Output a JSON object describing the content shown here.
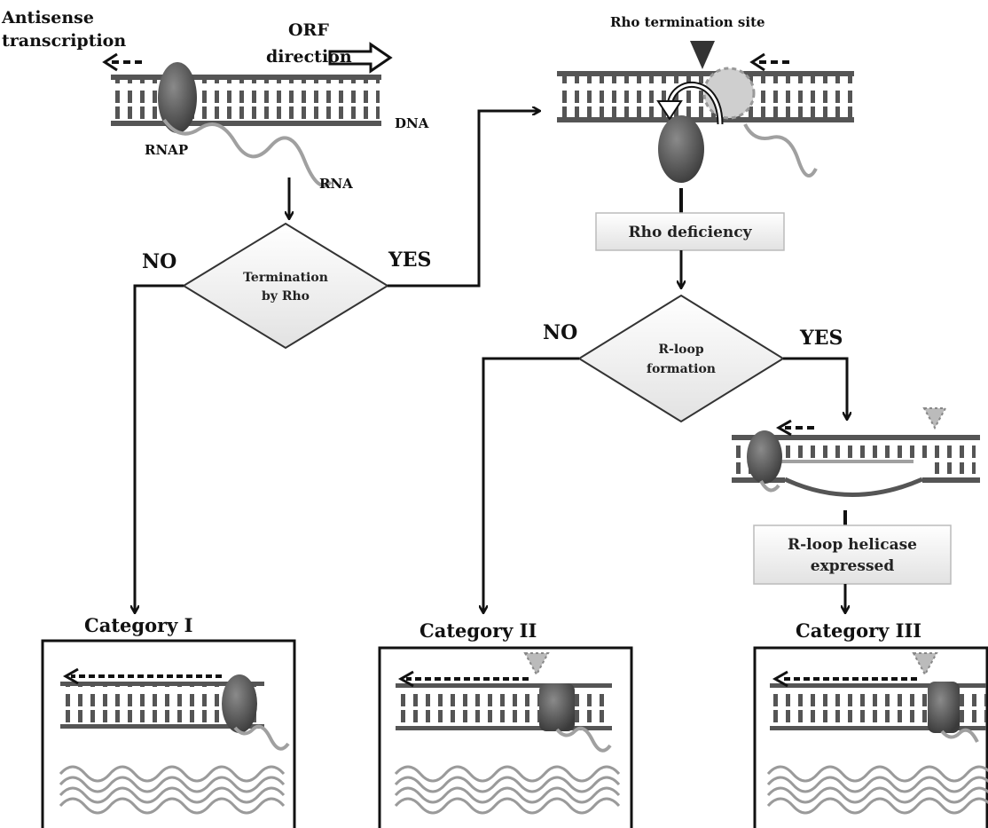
{
  "labels": {
    "antisense_line1": "Antisense",
    "antisense_line2": "transcription",
    "orf_line1": "ORF",
    "orf_line2": "direction",
    "dna": "DNA",
    "rnap": "RNAP",
    "rna": "RNA",
    "rho_site": "Rho termination  site"
  },
  "decisions": {
    "rho_line1": "Termination",
    "rho_line2": "by Rho",
    "rloop_line1": "R-loop",
    "rloop_line2": "formation"
  },
  "branches": {
    "no_1": "NO",
    "yes_1": "YES",
    "no_2": "NO",
    "yes_2": "YES"
  },
  "boxes": {
    "rho_deficiency": "Rho deficiency",
    "helicase_line1": "R-loop helicase",
    "helicase_line2": "expressed"
  },
  "categories": {
    "cat1": "Category  I",
    "cat2": "Category  II",
    "cat3": "Category  III"
  }
}
